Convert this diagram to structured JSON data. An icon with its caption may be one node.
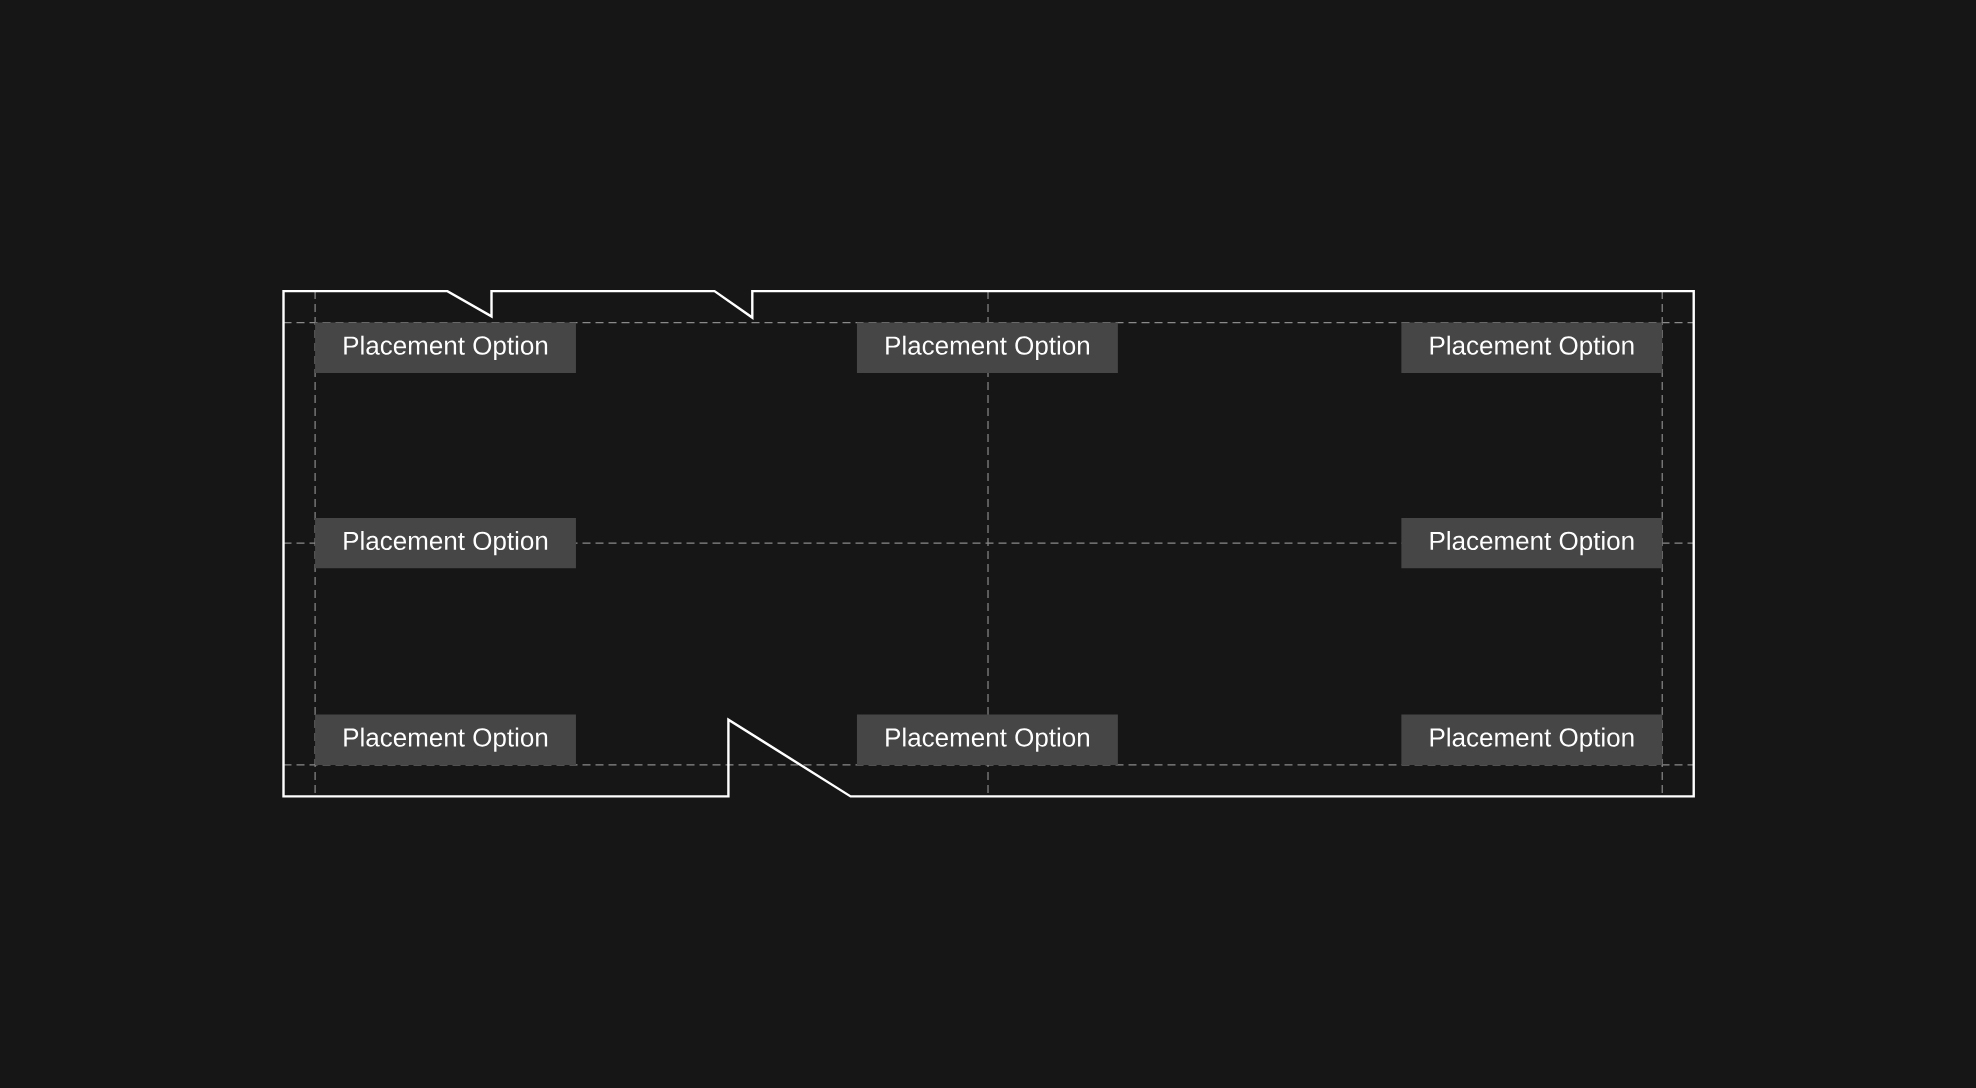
{
  "diagram": {
    "nodes": [
      {
        "text": [
          "Placement Option"
        ]
      },
      {
        "text": [
          "Placement Option"
        ]
      },
      {
        "text": [
          "Placement Option"
        ]
      },
      {
        "text": [
          "Placement Option"
        ]
      },
      {
        "text": [
          "Placement Option"
        ]
      },
      {
        "text": [
          "Placement Option"
        ]
      },
      {
        "text": [
          "Placement Option"
        ]
      },
      {
        "text": [
          "Placement Option"
        ]
      }
    ]
  }
}
